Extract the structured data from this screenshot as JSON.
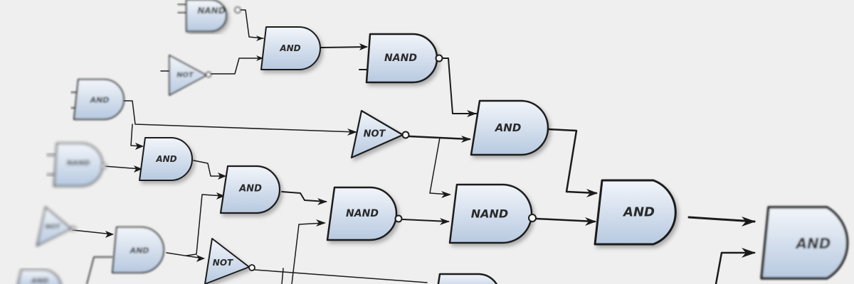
{
  "colors": {
    "background": "#efefef",
    "gate_fill_top": "#f2f5fa",
    "gate_fill_bottom": "#b7c9e0",
    "stroke": "#1d1d1d"
  },
  "gates": {
    "g_nand_top": "NAND",
    "g_and_upper": "AND",
    "g_not_upper": "NOT",
    "g_nand_upper_mid": "NAND",
    "g_and_left": "AND",
    "g_not_center": "NOT",
    "g_and_center": "AND",
    "g_nand_left": "NAND",
    "g_and_mid_left": "AND",
    "g_and_mid": "AND",
    "g_nand_mid": "NAND",
    "g_nand_center": "NAND",
    "g_and_right_mid": "AND",
    "g_and_far_right": "AND",
    "g_not_left": "NOT",
    "g_and_lower_left": "AND",
    "g_not_lower": "NOT",
    "g_and_bottom_left": "AND"
  }
}
